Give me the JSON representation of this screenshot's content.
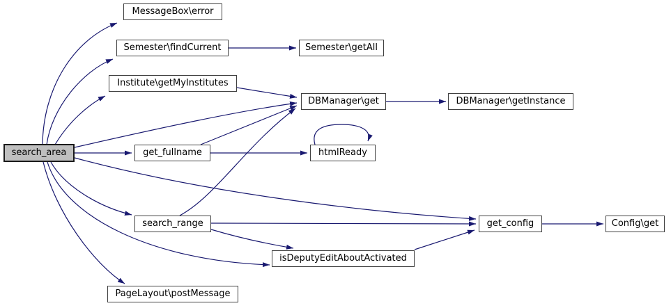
{
  "graph": {
    "kind": "doxygen-call-graph",
    "root": "search_area",
    "colors": {
      "edge": "#191970",
      "node_border": "#404040",
      "node_fill": "#ffffff",
      "root_fill": "#bfbfbf",
      "text": "#000000",
      "background": "#ffffff"
    },
    "nodes": [
      {
        "id": "search_area",
        "label": "search_area"
      },
      {
        "id": "messagebox_error",
        "label": "MessageBox\\error"
      },
      {
        "id": "semester_findcurrent",
        "label": "Semester\\findCurrent"
      },
      {
        "id": "semester_getall",
        "label": "Semester\\getAll"
      },
      {
        "id": "institute_getmyinstitutes",
        "label": "Institute\\getMyInstitutes"
      },
      {
        "id": "dbmanager_get",
        "label": "DBManager\\get"
      },
      {
        "id": "dbmanager_getinstance",
        "label": "DBManager\\getInstance"
      },
      {
        "id": "get_fullname",
        "label": "get_fullname"
      },
      {
        "id": "htmlready",
        "label": "htmlReady"
      },
      {
        "id": "search_range",
        "label": "search_range"
      },
      {
        "id": "get_config",
        "label": "get_config"
      },
      {
        "id": "config_get",
        "label": "Config\\get"
      },
      {
        "id": "isdeputyeditaboutactivated",
        "label": "isDeputyEditAboutActivated"
      },
      {
        "id": "pagelayout_postmessage",
        "label": "PageLayout\\postMessage"
      }
    ],
    "edges": [
      {
        "from": "search_area",
        "to": "MessageBox\\error"
      },
      {
        "from": "search_area",
        "to": "Semester\\findCurrent"
      },
      {
        "from": "search_area",
        "to": "Institute\\getMyInstitutes"
      },
      {
        "from": "search_area",
        "to": "DBManager\\get"
      },
      {
        "from": "search_area",
        "to": "get_fullname"
      },
      {
        "from": "search_area",
        "to": "search_range"
      },
      {
        "from": "search_area",
        "to": "get_config"
      },
      {
        "from": "search_area",
        "to": "isDeputyEditAboutActivated"
      },
      {
        "from": "search_area",
        "to": "PageLayout\\postMessage"
      },
      {
        "from": "Semester\\findCurrent",
        "to": "Semester\\getAll"
      },
      {
        "from": "Institute\\getMyInstitutes",
        "to": "DBManager\\get"
      },
      {
        "from": "DBManager\\get",
        "to": "DBManager\\getInstance"
      },
      {
        "from": "get_fullname",
        "to": "DBManager\\get"
      },
      {
        "from": "get_fullname",
        "to": "htmlReady"
      },
      {
        "from": "htmlReady",
        "to": "htmlReady"
      },
      {
        "from": "search_range",
        "to": "DBManager\\get"
      },
      {
        "from": "search_range",
        "to": "get_config"
      },
      {
        "from": "search_range",
        "to": "isDeputyEditAboutActivated"
      },
      {
        "from": "isDeputyEditAboutActivated",
        "to": "get_config"
      },
      {
        "from": "get_config",
        "to": "Config\\get"
      }
    ]
  }
}
